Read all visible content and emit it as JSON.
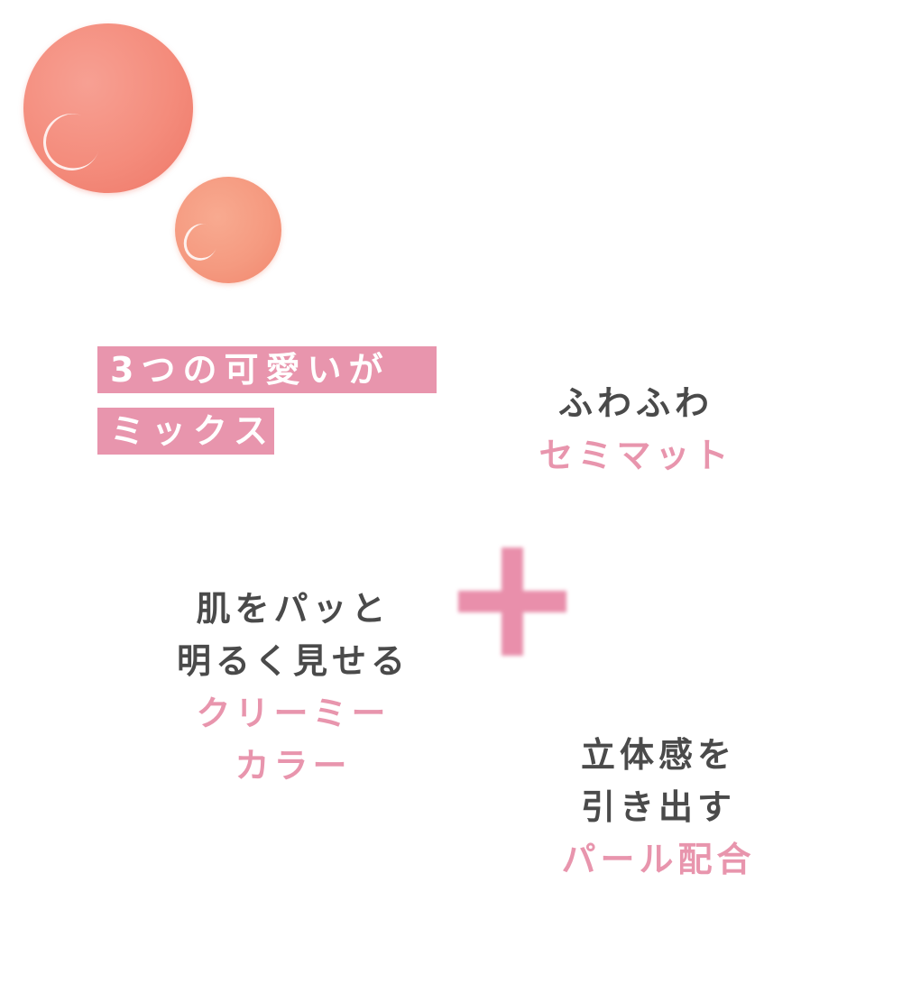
{
  "colors": {
    "pink": "#e895ad",
    "dark_text": "#4a4a4a",
    "drop_coral": "#f48c7c"
  },
  "tags": {
    "line1": "3つの可愛いが",
    "line2": "ミックス"
  },
  "semimatte": {
    "line1": "ふわふわ",
    "line2": "セミマット"
  },
  "creamy": {
    "line1": "肌をパッと",
    "line2": "明るく見せる",
    "line3": "クリーミー",
    "line4": "カラー"
  },
  "pearl": {
    "line1": "立体感を",
    "line2": "引き出す",
    "line3": "パール配合"
  },
  "icons": {
    "plus": "plus-icon"
  }
}
